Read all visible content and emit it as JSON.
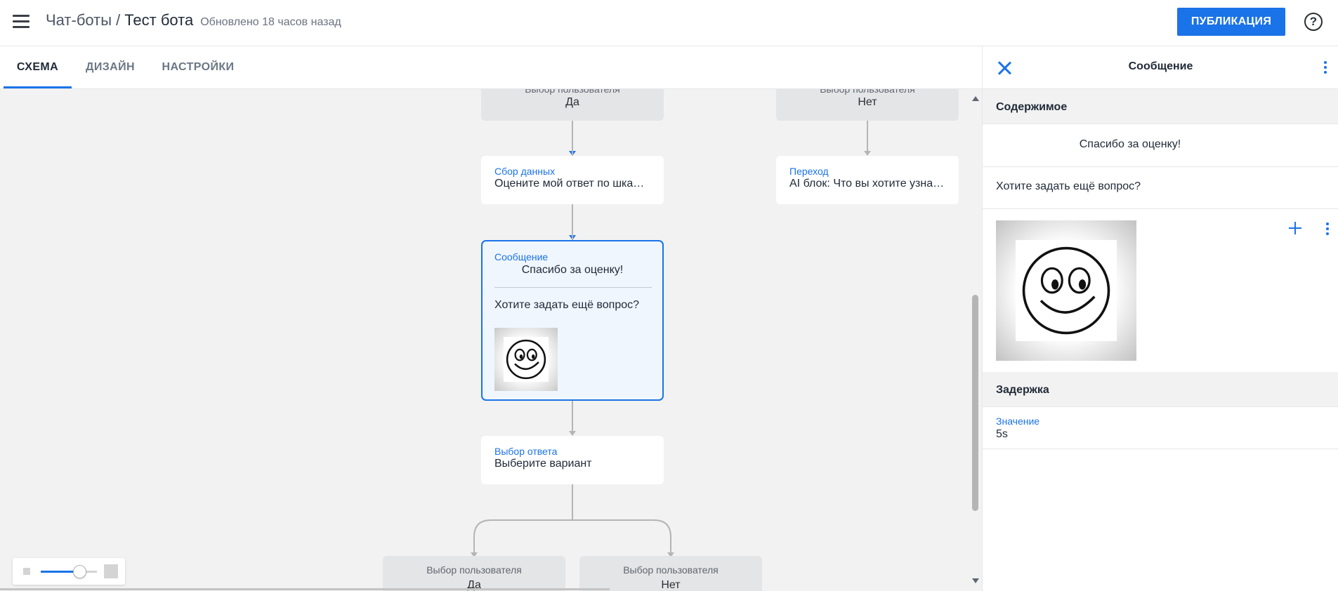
{
  "header": {
    "breadcrumb_parent": "Чат-боты",
    "breadcrumb_separator": "/",
    "breadcrumb_current": "Тест бота",
    "updated": "Обновлено 18 часов назад",
    "publish_label": "ПУБЛИКАЦИЯ",
    "help_glyph": "?"
  },
  "tabs": [
    {
      "label": "СХЕМА",
      "active": true
    },
    {
      "label": "ДИЗАЙН",
      "active": false
    },
    {
      "label": "НАСТРОЙКИ",
      "active": false
    }
  ],
  "flow": {
    "top_choice_yes": {
      "sub": "Выбор пользователя",
      "value": "Да"
    },
    "top_choice_no": {
      "sub": "Выбор пользователя",
      "value": "Нет"
    },
    "collect": {
      "type": "Сбор данных",
      "text": "Оцените мой ответ по шка…"
    },
    "transition": {
      "type": "Переход",
      "text": "AI блок: Что вы хотите узна…"
    },
    "message": {
      "type": "Сообщение",
      "line1": "Спасибо за оценку!",
      "line2": "Хотите задать ещё вопрос?"
    },
    "answer_choice": {
      "type": "Выбор ответа",
      "text": "Выберите вариант"
    },
    "bottom_choice_yes": {
      "sub": "Выбор пользователя",
      "value": "Да"
    },
    "bottom_choice_no": {
      "sub": "Выбор пользователя",
      "value": "Нет"
    }
  },
  "zoom": {
    "level": 0.7
  },
  "panel": {
    "title": "Сообщение",
    "content_header": "Содержимое",
    "content_line1": "Спасибо за оценку!",
    "content_line2": "Хотите задать ещё вопрос?",
    "delay_header": "Задержка",
    "delay_label": "Значение",
    "delay_value": "5s"
  },
  "colors": {
    "accent": "#1a73e8",
    "connector_active": "#1a73e8",
    "connector_inactive": "#b5b5b5"
  },
  "icons": [
    "menu-icon",
    "help-icon",
    "close-icon",
    "more-vertical-icon",
    "plus-icon",
    "smiley-image-icon"
  ]
}
